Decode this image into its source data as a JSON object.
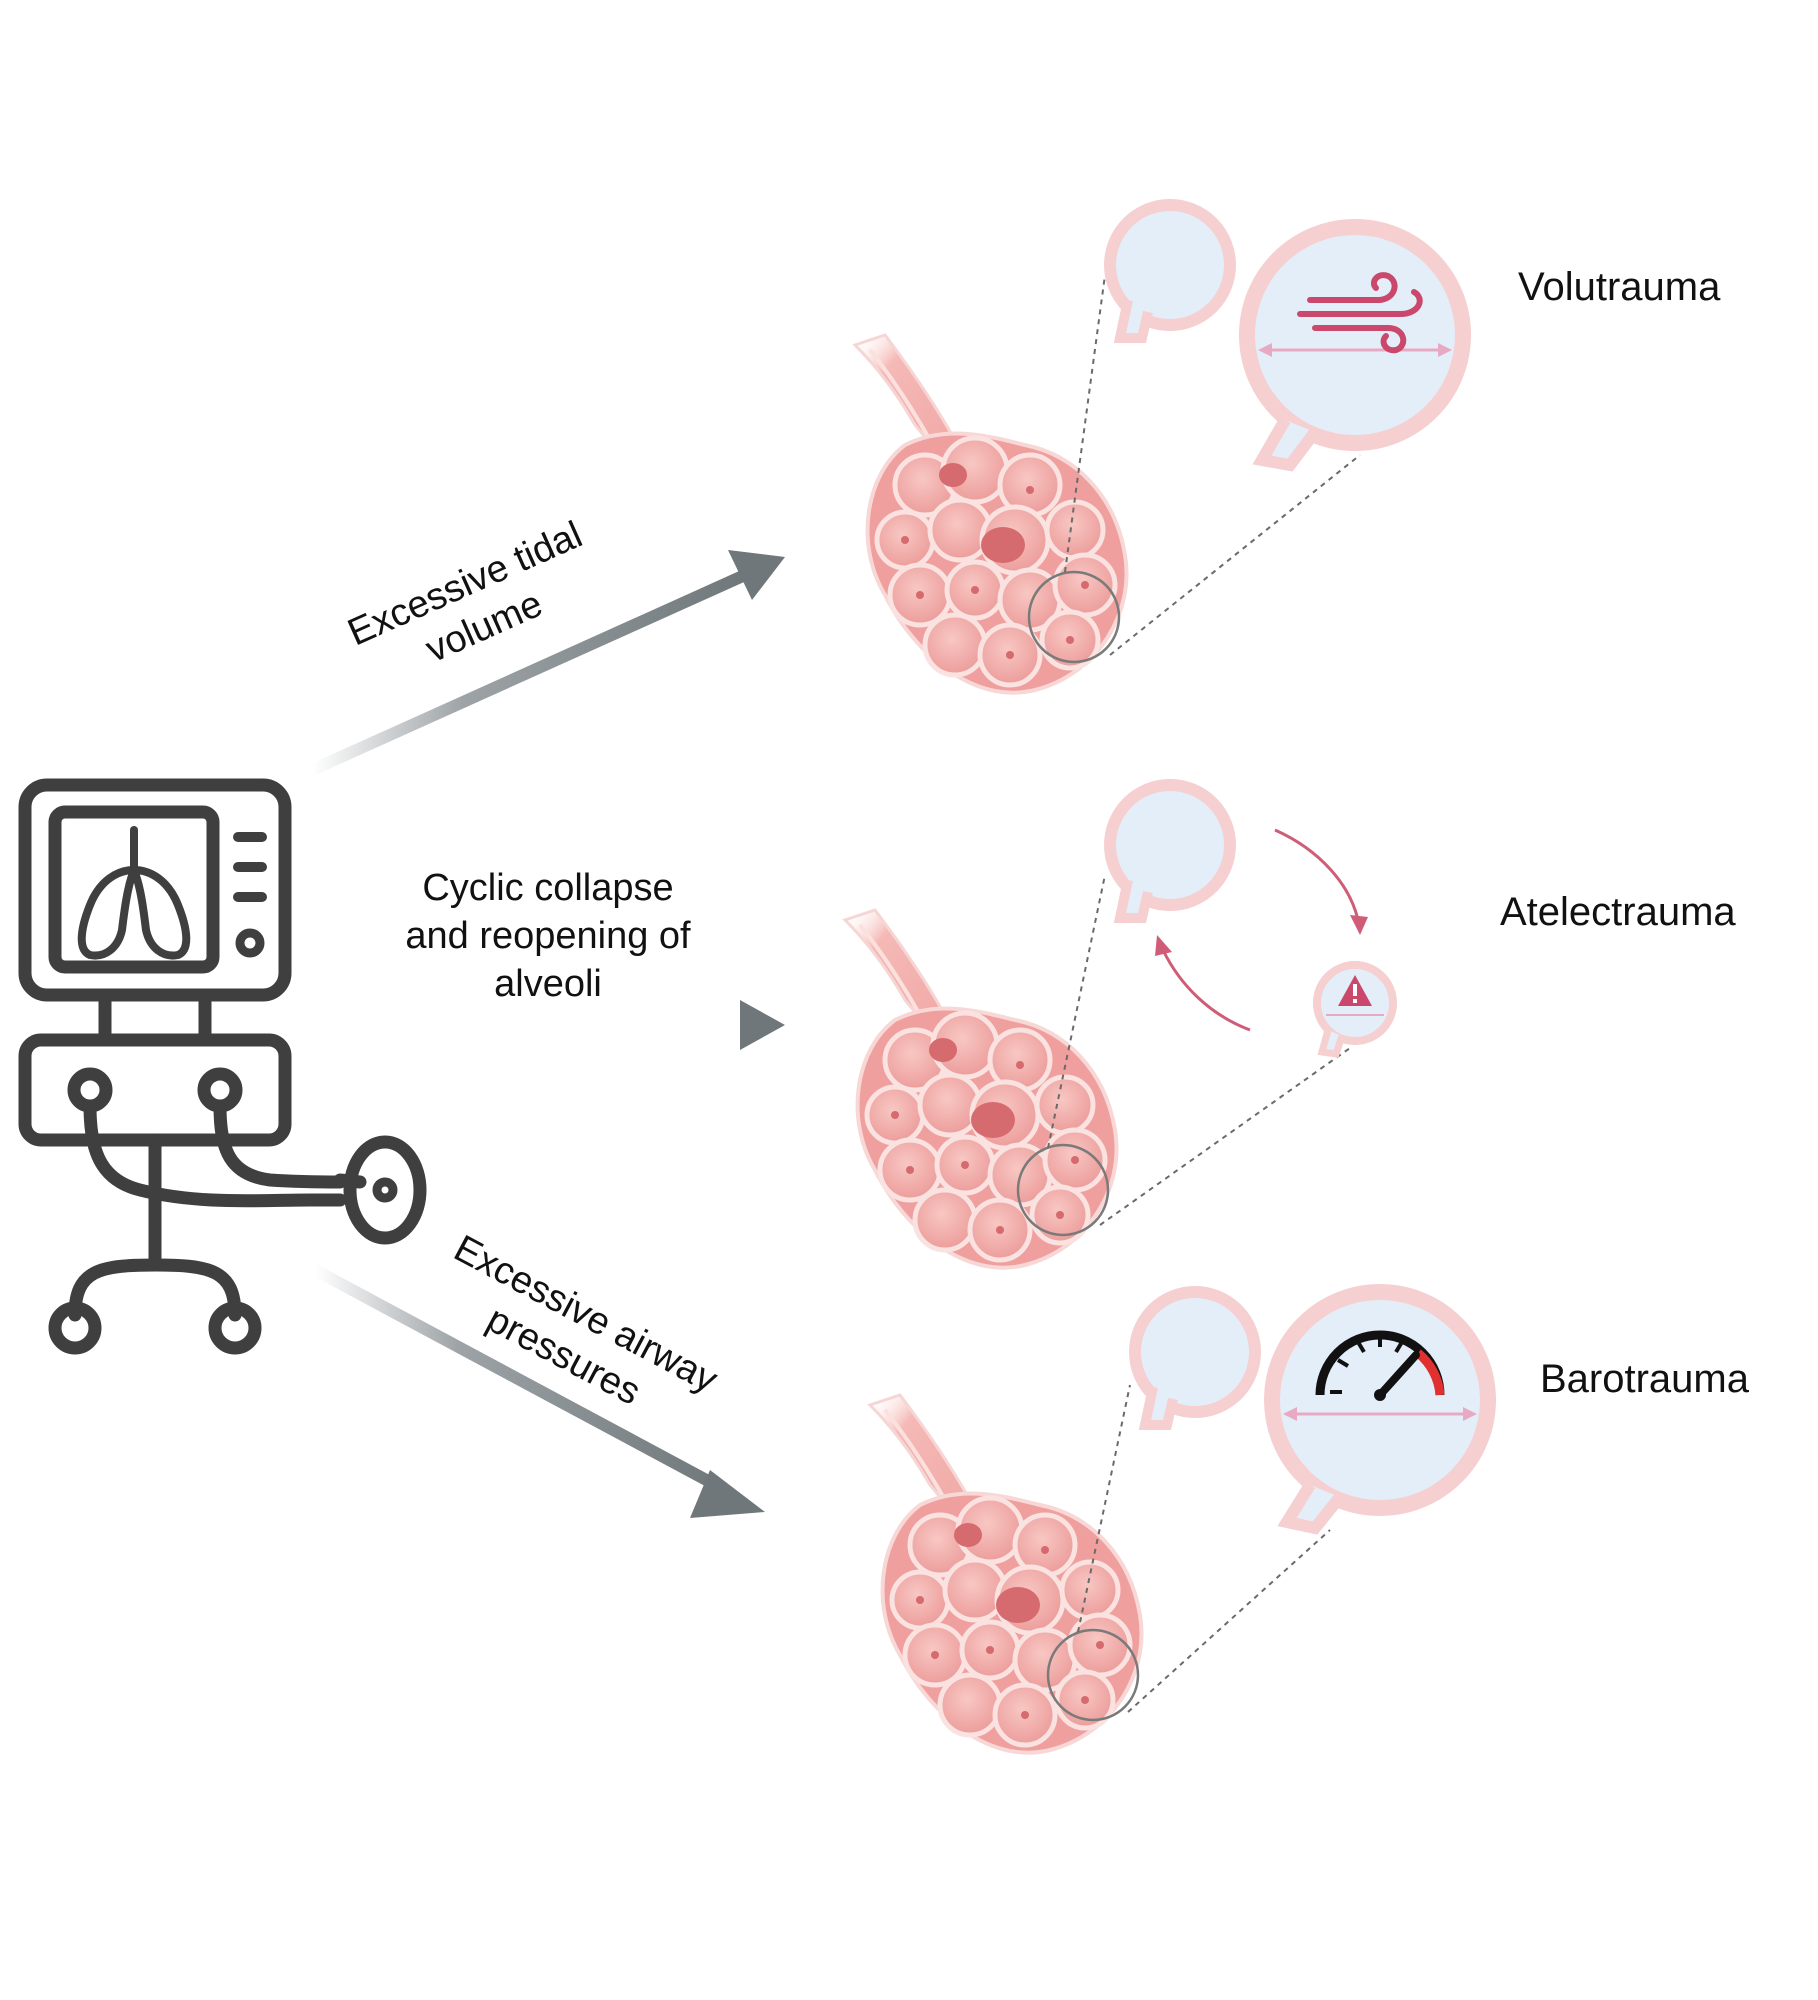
{
  "arrows": {
    "top_label_line1": "Excessive tidal",
    "top_label_line2": "volume",
    "middle_label_line1": "Cyclic collapse",
    "middle_label_line2": "and reopening of",
    "middle_label_line3": "alveoli",
    "bottom_label_line1": "Excessive airway",
    "bottom_label_line2": "pressures"
  },
  "outcomes": {
    "top": "Volutrauma",
    "middle": "Atelectrauma",
    "bottom": "Barotrauma"
  },
  "icons": {
    "ventilator": "ventilator-icon",
    "wind": "wind-icon",
    "warning": "warning-icon",
    "gauge": "pressure-gauge-icon"
  },
  "colors": {
    "arrow": "#7d8487",
    "tissue": "#f3b3b0",
    "tissue_dark": "#d97f80",
    "bubble_rim": "#f6cfd0",
    "bubble_fill": "#e4eef9",
    "accent": "#c9486b",
    "ventilator": "#3f3f3f"
  }
}
